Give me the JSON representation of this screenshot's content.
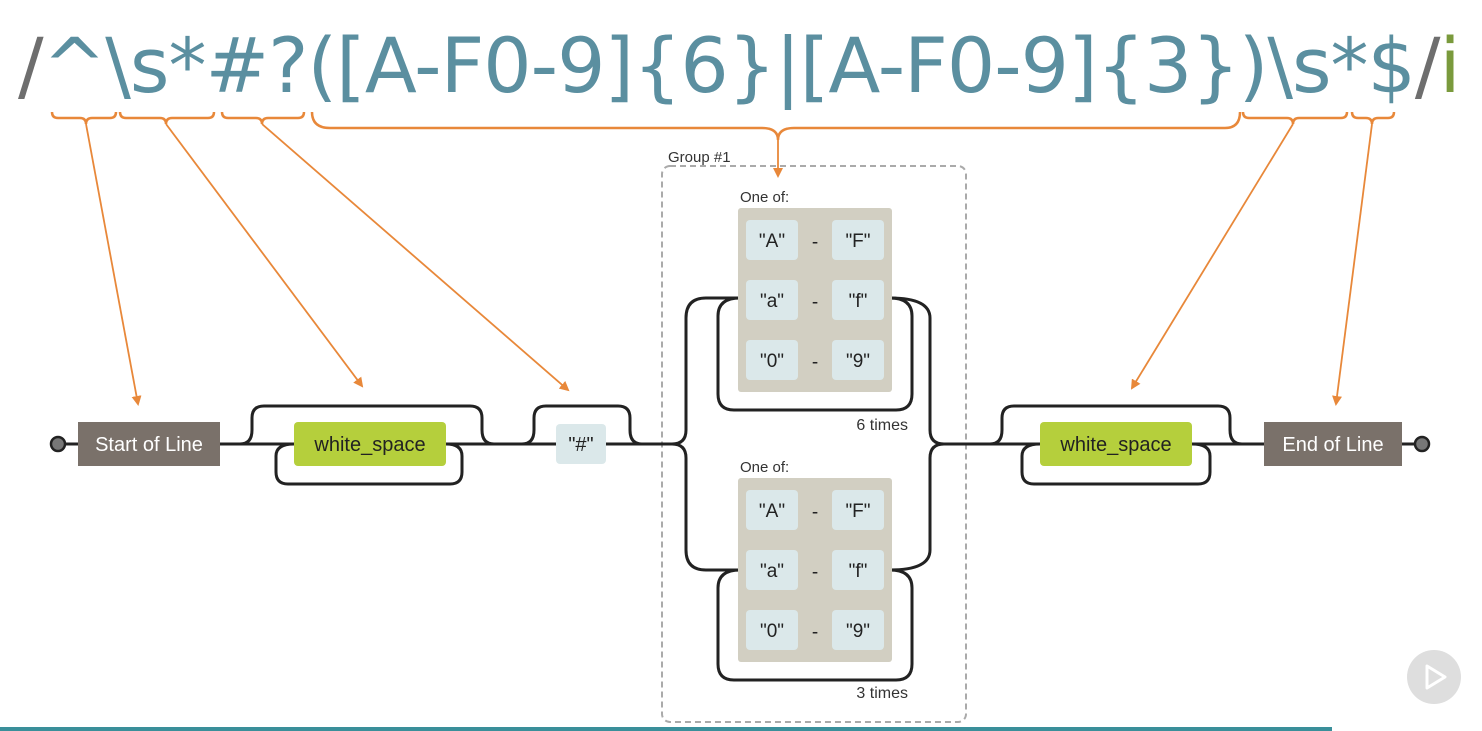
{
  "regex": {
    "open_slash": "/",
    "anchor_start": "^",
    "whitespace_1": "\\s*",
    "hash_opt": "#?",
    "group": "([A-F0-9]{6}|[A-F0-9]{3})",
    "whitespace_2": "\\s*",
    "anchor_end": "$",
    "close_slash": "/",
    "flag": "i"
  },
  "diagram": {
    "start_label": "Start of Line",
    "end_label": "End of Line",
    "whitespace_label": "white_space",
    "hash_label": "\"#\"",
    "group_label": "Group #1",
    "one_of_label": "One of:",
    "range_dash": "-",
    "ranges": [
      {
        "from": "\"A\"",
        "to": "\"F\""
      },
      {
        "from": "\"a\"",
        "to": "\"f\""
      },
      {
        "from": "\"0\"",
        "to": "\"9\""
      }
    ],
    "repeat_6": "6 times",
    "repeat_3": "3 times"
  },
  "colors": {
    "regex_teal": "#5b8fa0",
    "regex_gray": "#6e6e6e",
    "flag_green": "#7a9a3c",
    "brace_orange": "#e8883a",
    "anchor_box": "#7a716a",
    "whitespace_box": "#b5cf3c",
    "literal_box": "#dbe8ea",
    "charclass_bg": "#d2cfc2",
    "bottom_bar": "#3a8f9a"
  },
  "icons": {
    "play": "play-icon"
  }
}
